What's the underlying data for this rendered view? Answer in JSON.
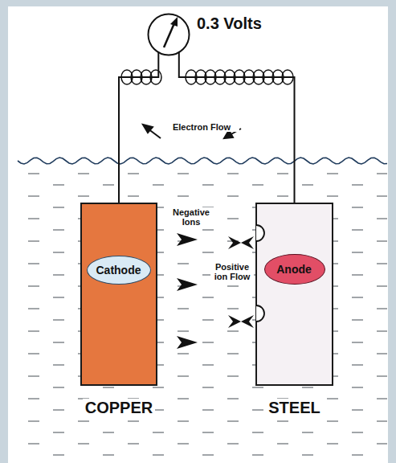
{
  "diagram": {
    "nodes": [
      {
        "text": [
          "0.3 Volts"
        ]
      },
      {
        "text": [
          "COPPER"
        ]
      },
      {
        "text": [
          "Cathode"
        ],
        "in": 1
      },
      {
        "text": [
          "STEEL"
        ]
      },
      {
        "text": [
          "Anode"
        ],
        "in": 3
      }
    ],
    "edges": [
      {
        "from": 0,
        "to": 1,
        "arrow": "none"
      },
      {
        "from": 0,
        "to": 3,
        "arrow": "none"
      }
    ],
    "labels": [
      "Electron Flow",
      "Negative Ions",
      "Positive ion Flow"
    ]
  }
}
